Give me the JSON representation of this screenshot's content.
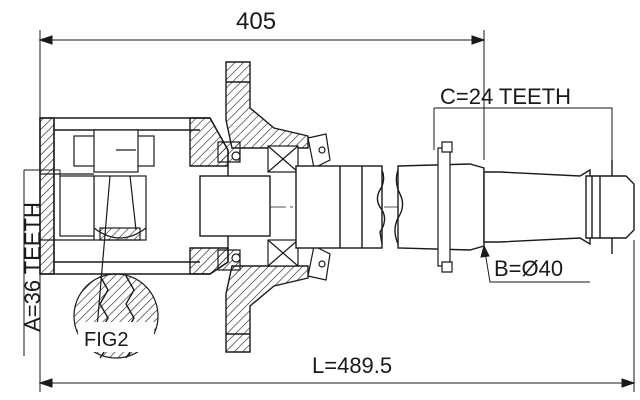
{
  "dimensions": {
    "top_length": "405",
    "total_length": "L=489.5",
    "outer_spline": "C=24 TEETH",
    "shaft_diameter": "B=Ø40",
    "inner_spline": "A=36 TEETH",
    "figure_label": "FIG2"
  },
  "colors": {
    "line": "#1a1a1a",
    "background": "#ffffff"
  }
}
